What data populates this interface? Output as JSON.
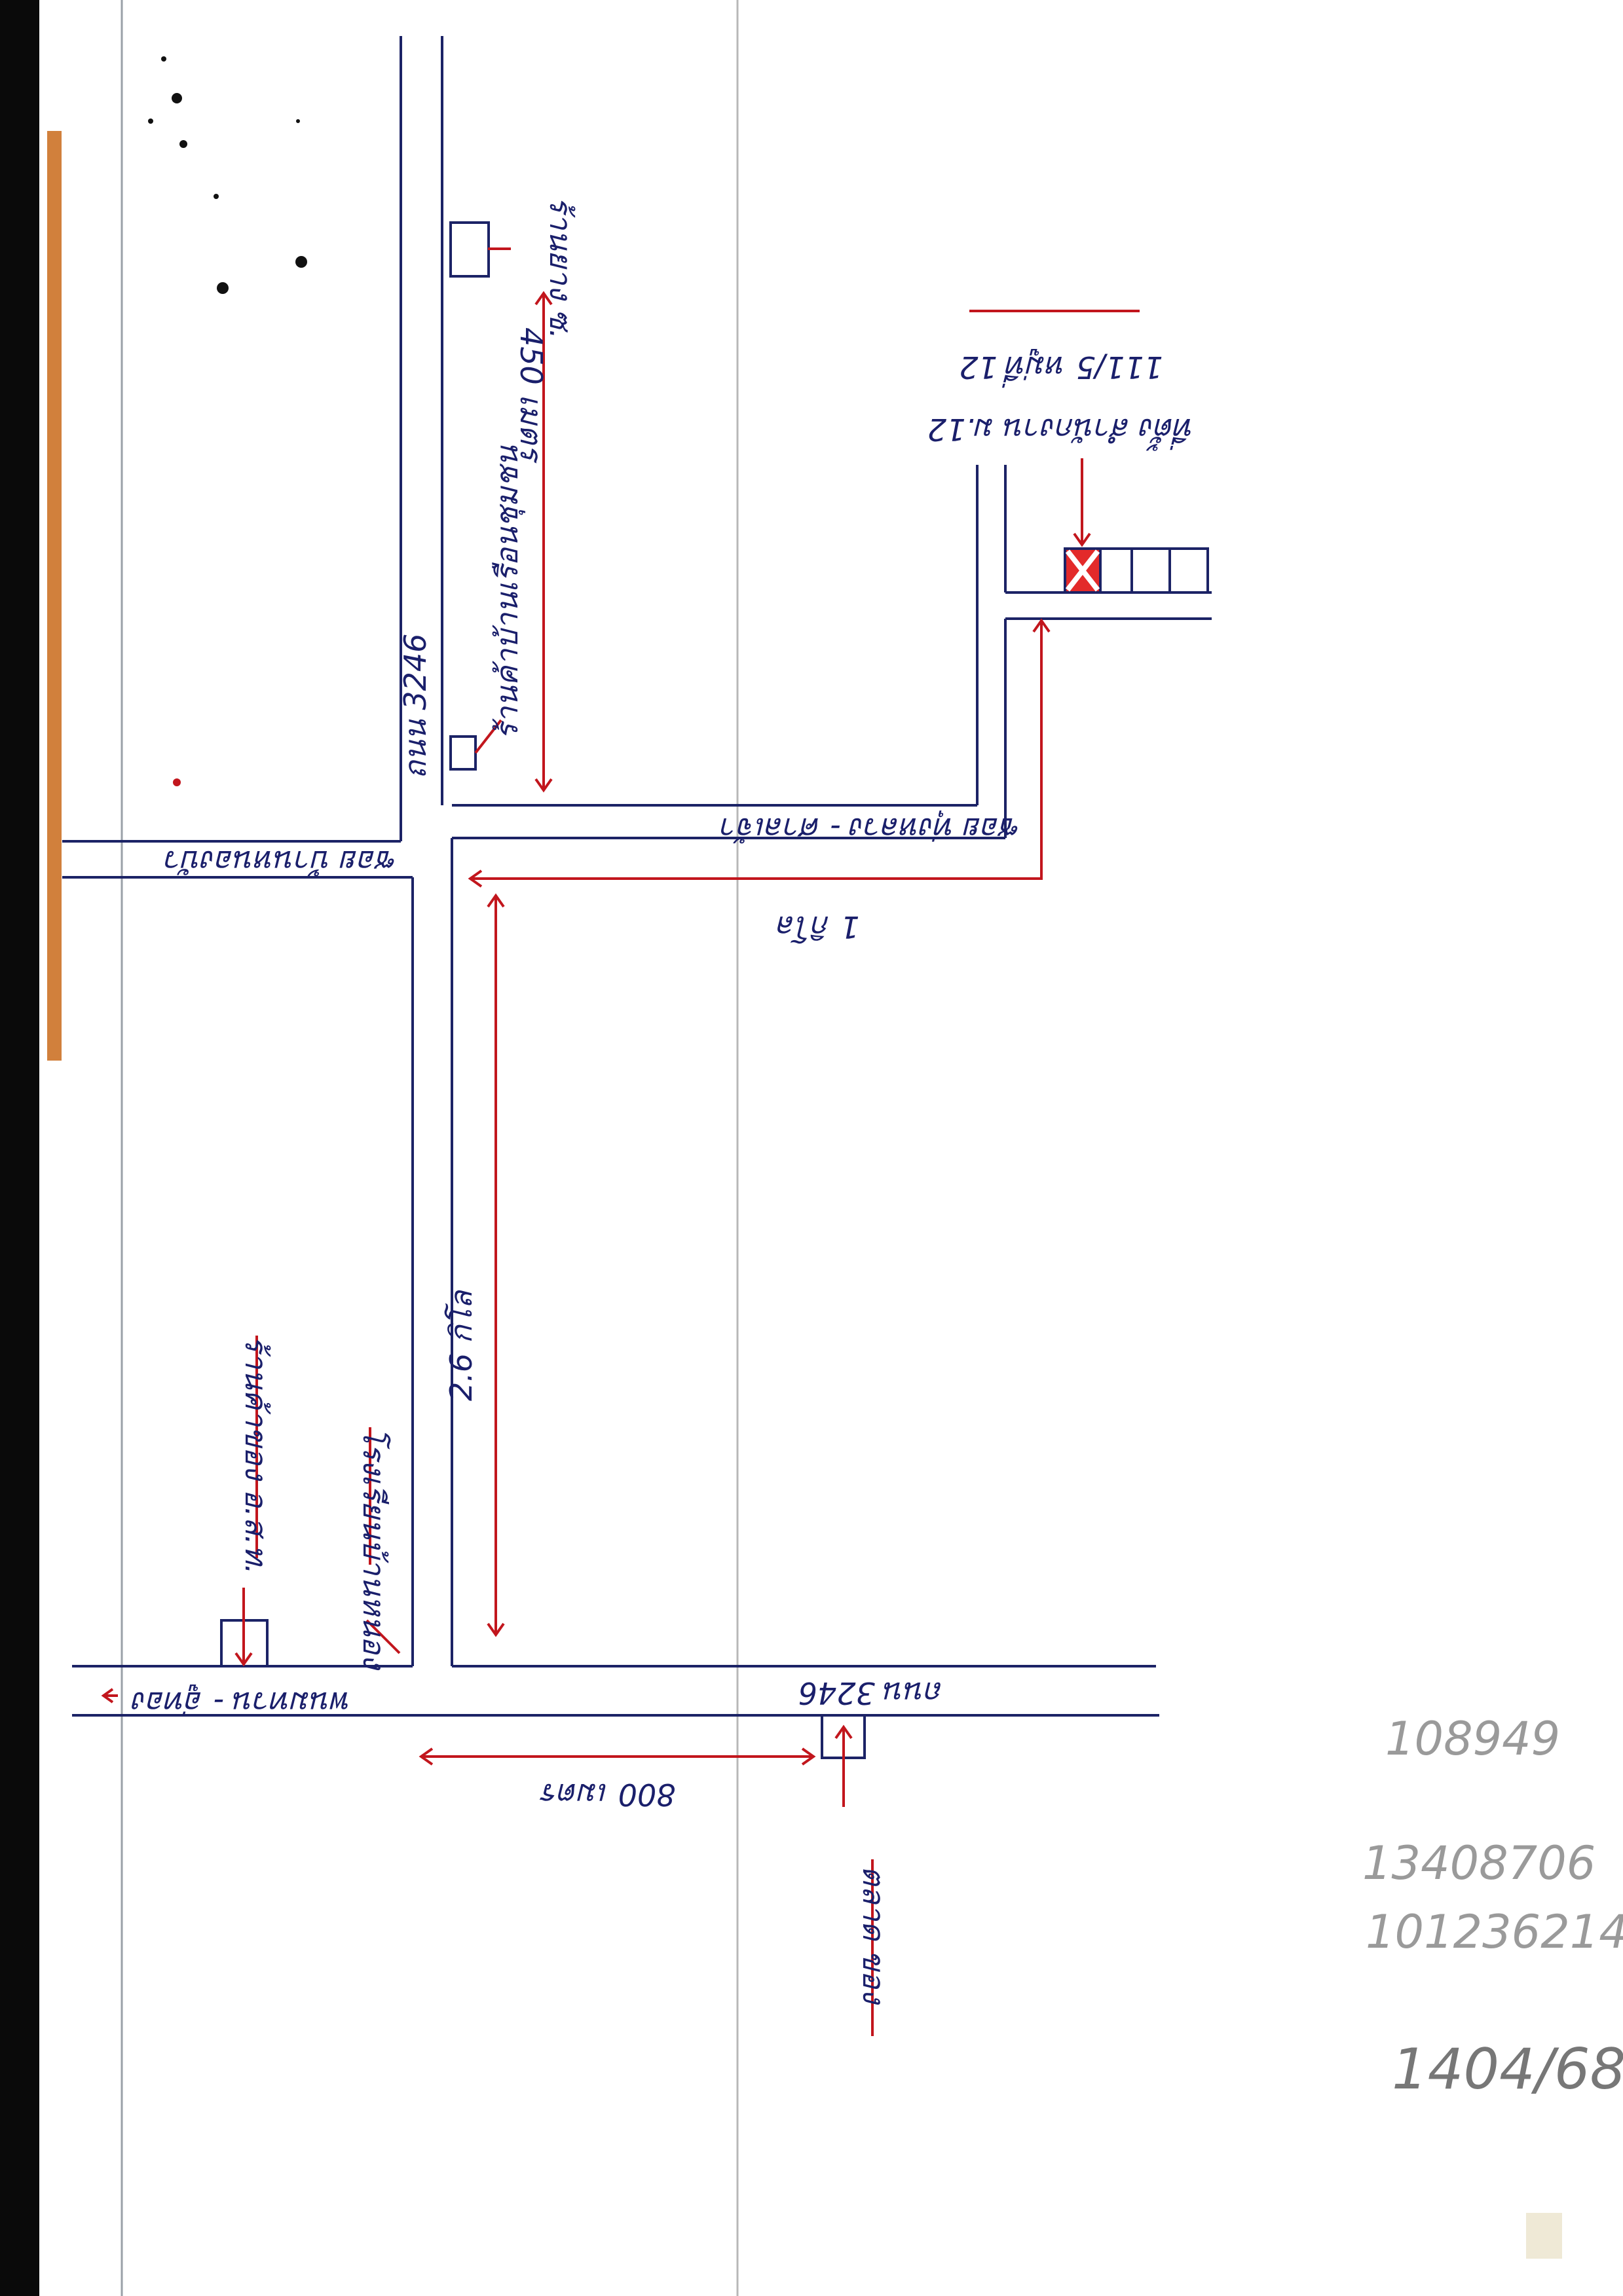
{
  "map": {
    "roads": {
      "main_vertical": "ถนน 3246",
      "main_horizontal": "ถนน 3246",
      "upper_soi": "ซอย ทุ่งหลวง - ศาลเจ้า",
      "left_soi": "ซอย บ้านหนองบัว",
      "bottom_left_direction": "พนมทวน - อู่ทอง"
    },
    "places": {
      "top_shop": "ร้านยาง ซ.",
      "shop_mid": "ร้านค้าบ้านเรือนชุมชน",
      "destination": "ที่ตั้ง สำนักงาน ม.12",
      "destination_addr": "111/5 หมู่ที่ 12",
      "bottom_shop": "ร้านค้าของ อ.ส.ท.",
      "bottom_left_school": "โรงเรียนบ้านหนอง",
      "bottom_market": "ตลาด ของ"
    },
    "distances": {
      "top_vertical": "450 เมตร",
      "left_vertical": "2.6 กิโล",
      "horizontal_connector": "1 กิโล",
      "bottom_horizontal": "800 เมตร"
    },
    "notes": [
      "108949",
      "13408706",
      "101236214",
      "1404/68"
    ],
    "colors": {
      "ink": "#1c2366",
      "marker": "#c2161d",
      "destination_fill": "#e32a2a"
    }
  }
}
